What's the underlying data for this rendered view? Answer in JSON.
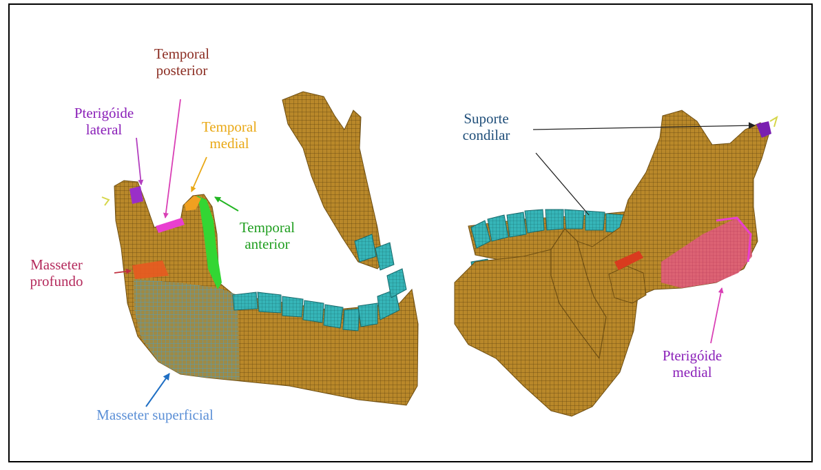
{
  "labels": {
    "temporal_posterior": {
      "lines": [
        "Temporal",
        "posterior"
      ],
      "color": "#8b2d22"
    },
    "pterigoide_lateral": {
      "lines": [
        "Pterigóide",
        "lateral"
      ],
      "color": "#8a1fb8"
    },
    "temporal_medial": {
      "lines": [
        "Temporal",
        "medial"
      ],
      "color": "#e9a815"
    },
    "temporal_anterior": {
      "lines": [
        "Temporal",
        "anterior"
      ],
      "color": "#1f9e1f"
    },
    "masseter_profundo": {
      "lines": [
        "Masseter",
        "profundo"
      ],
      "color": "#b42a5c"
    },
    "masseter_superficial": {
      "lines": [
        "Masseter superficial"
      ],
      "color": "#5b8fd6"
    },
    "suporte_condilar": {
      "lines": [
        "Suporte",
        "condilar"
      ],
      "color": "#1f4e79"
    },
    "pterigoide_medial": {
      "lines": [
        "Pterigóide",
        "medial"
      ],
      "color": "#8a1fb8"
    }
  },
  "colors": {
    "bone": "#b9882a",
    "bone_dark": "#6e4e12",
    "teeth": "#36b5b8",
    "muscle_pink": "#e93fd0",
    "muscle_purple": "#7a1fb0",
    "muscle_green": "#33d633",
    "muscle_orange": "#e85a20",
    "muscle_blue": "#66b8d8",
    "muscle_red": "#d93b1e"
  }
}
